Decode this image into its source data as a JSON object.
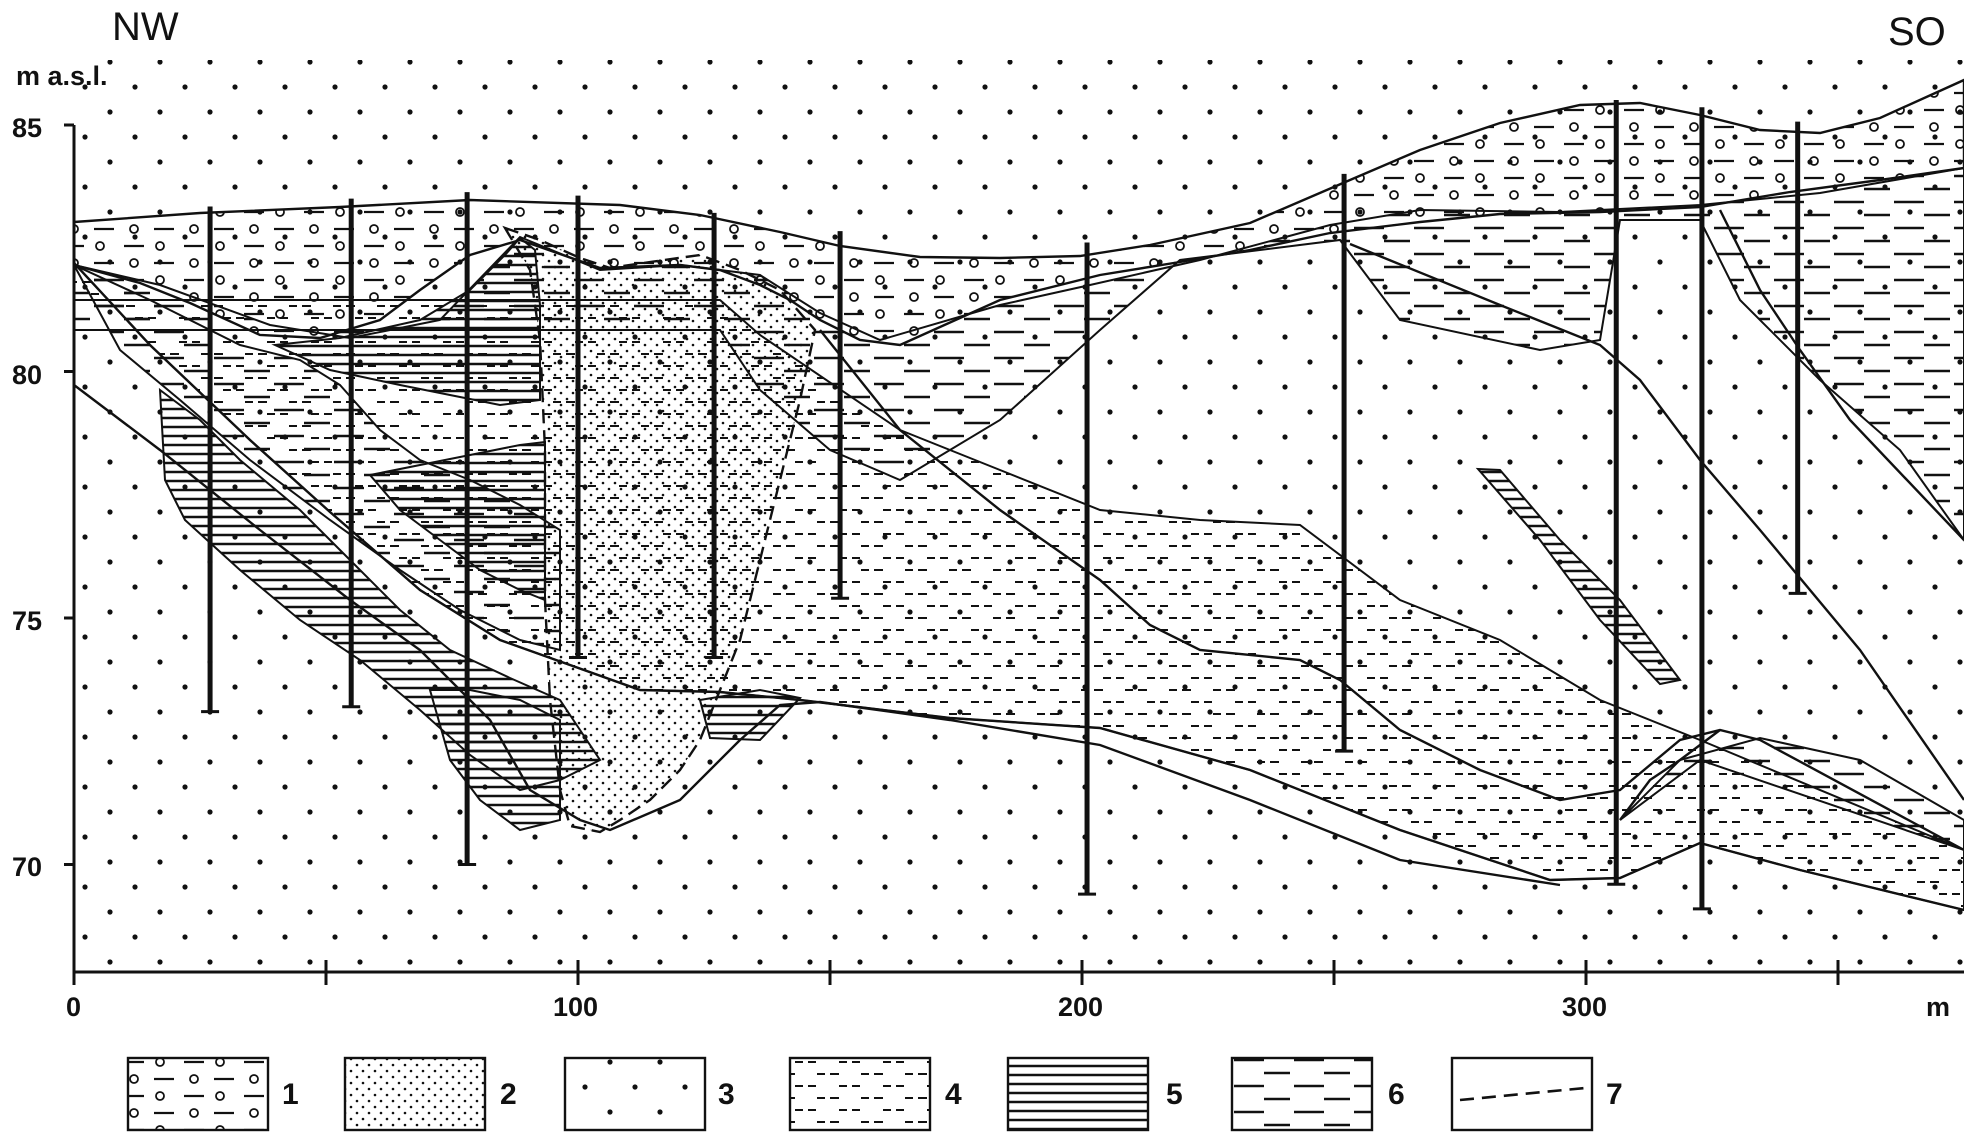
{
  "header": {
    "left_direction": "NW",
    "right_direction": "SO",
    "y_unit": "m a.s.l."
  },
  "axes": {
    "y_ticks": [
      "85",
      "80",
      "75",
      "70"
    ],
    "x_ticks": [
      "0",
      "100",
      "200",
      "300"
    ],
    "x_unit": "m"
  },
  "legend": {
    "items": [
      {
        "number": "1",
        "pattern": "dashes-with-circles"
      },
      {
        "number": "2",
        "pattern": "fine-dots"
      },
      {
        "number": "3",
        "pattern": "coarse-dots"
      },
      {
        "number": "4",
        "pattern": "short-dashes"
      },
      {
        "number": "5",
        "pattern": "horizontal-lines"
      },
      {
        "number": "6",
        "pattern": "long-dashes"
      },
      {
        "number": "7",
        "pattern": "dashed-line"
      }
    ]
  },
  "boreholes_depth_m_asl": [
    {
      "x_m": 27,
      "bottom": 73.1
    },
    {
      "x_m": 55,
      "bottom": 73.2
    },
    {
      "x_m": 78,
      "bottom": 70.0
    },
    {
      "x_m": 100,
      "bottom": 74.2
    },
    {
      "x_m": 127,
      "bottom": 74.2
    },
    {
      "x_m": 152,
      "bottom": 75.4
    },
    {
      "x_m": 201,
      "bottom": 69.4
    },
    {
      "x_m": 252,
      "bottom": 72.3
    },
    {
      "x_m": 306,
      "bottom": 69.6
    },
    {
      "x_m": 323,
      "bottom": 69.1
    },
    {
      "x_m": 342,
      "bottom": 75.5
    }
  ],
  "colors": {
    "ink": "#111111",
    "paper": "#ffffff"
  }
}
